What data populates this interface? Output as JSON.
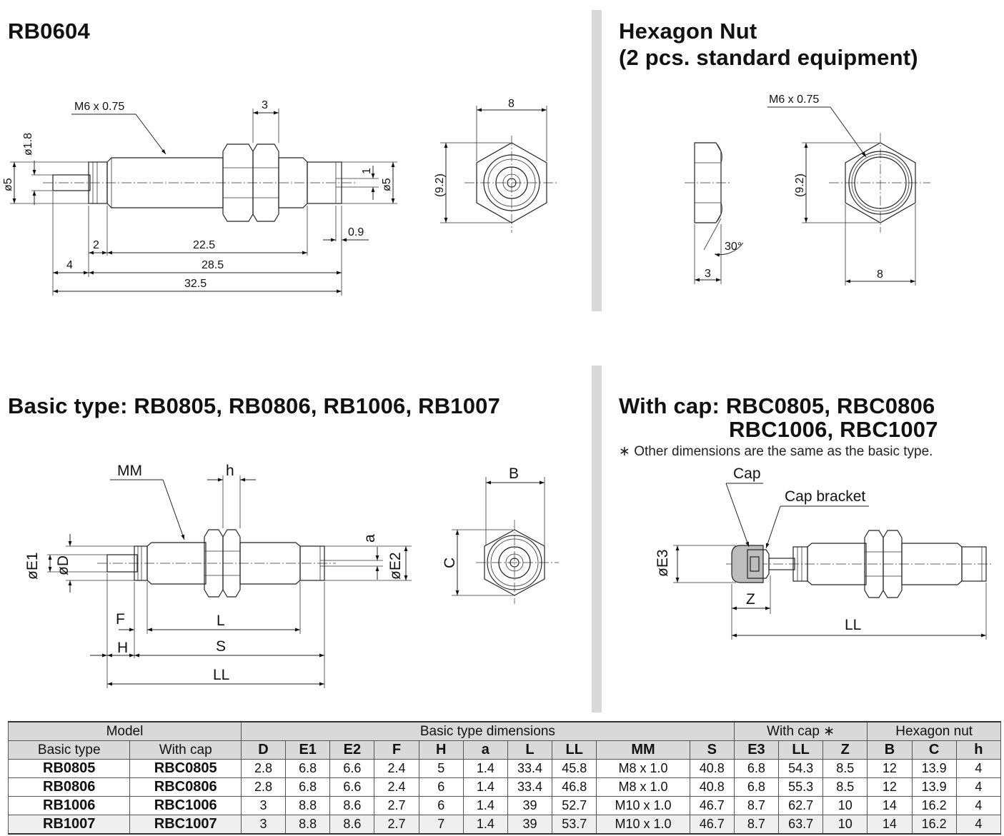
{
  "sections": {
    "rb0604": {
      "title": "RB0604",
      "labels": {
        "thread": "M6 x 0.75",
        "dia_rod": "ø1.8",
        "dia_body": "ø5",
        "dia_end": "ø5",
        "nut_thk": "3",
        "one": "1",
        "gap": "0.9",
        "d2": "2",
        "d22_5": "22.5",
        "d4": "4",
        "d28_5": "28.5",
        "d32_5": "32.5",
        "hex_w": "8",
        "hex_h": "(9.2)"
      }
    },
    "hexnut": {
      "title_line1": "Hexagon Nut",
      "title_line2": "(2 pcs. standard equipment)",
      "labels": {
        "thread": "M6 x 0.75",
        "height": "(9.2)",
        "angle": "30°",
        "thk": "3",
        "width": "8"
      }
    },
    "basic": {
      "title": "Basic type: RB0805, RB0806, RB1006, RB1007",
      "labels": {
        "MM": "MM",
        "h": "h",
        "a": "a",
        "E1": "øE1",
        "D": "øD",
        "E2": "øE2",
        "F": "F",
        "L": "L",
        "H": "H",
        "S": "S",
        "LL": "LL",
        "B": "B",
        "C": "C"
      }
    },
    "withcap": {
      "title_line1": "With cap: RBC0805, RBC0806",
      "title_line2": "RBC1006, RBC1007",
      "note": "∗ Other dimensions are the same as the basic type.",
      "labels": {
        "cap": "Cap",
        "cap_bracket": "Cap bracket",
        "E3": "øE3",
        "Z": "Z",
        "LL": "LL"
      }
    }
  },
  "table": {
    "group_headers": {
      "model": "Model",
      "basic": "Basic type dimensions",
      "withcap": "With cap ∗",
      "hexnut": "Hexagon nut"
    },
    "sub_headers": [
      "Basic type",
      "With cap",
      "D",
      "E1",
      "E2",
      "F",
      "H",
      "a",
      "L",
      "LL",
      "MM",
      "S",
      "E3",
      "LL",
      "Z",
      "B",
      "C",
      "h"
    ],
    "rows": [
      [
        "RB0805",
        "RBC0805",
        "2.8",
        "6.8",
        "6.6",
        "2.4",
        "5",
        "1.4",
        "33.4",
        "45.8",
        "M8 x 1.0",
        "40.8",
        "6.8",
        "54.3",
        "8.5",
        "12",
        "13.9",
        "4"
      ],
      [
        "RB0806",
        "RBC0806",
        "2.8",
        "6.8",
        "6.6",
        "2.4",
        "6",
        "1.4",
        "33.4",
        "46.8",
        "M8 x 1.0",
        "40.8",
        "6.8",
        "55.3",
        "8.5",
        "12",
        "13.9",
        "4"
      ],
      [
        "RB1006",
        "RBC1006",
        "3",
        "8.8",
        "8.6",
        "2.7",
        "6",
        "1.4",
        "39",
        "52.7",
        "M10 x 1.0",
        "46.7",
        "8.7",
        "62.7",
        "10",
        "14",
        "16.2",
        "4"
      ],
      [
        "RB1007",
        "RBC1007",
        "3",
        "8.8",
        "8.6",
        "2.7",
        "7",
        "1.4",
        "39",
        "53.7",
        "M10 x 1.0",
        "46.7",
        "8.7",
        "63.7",
        "10",
        "14",
        "16.2",
        "4"
      ]
    ]
  }
}
